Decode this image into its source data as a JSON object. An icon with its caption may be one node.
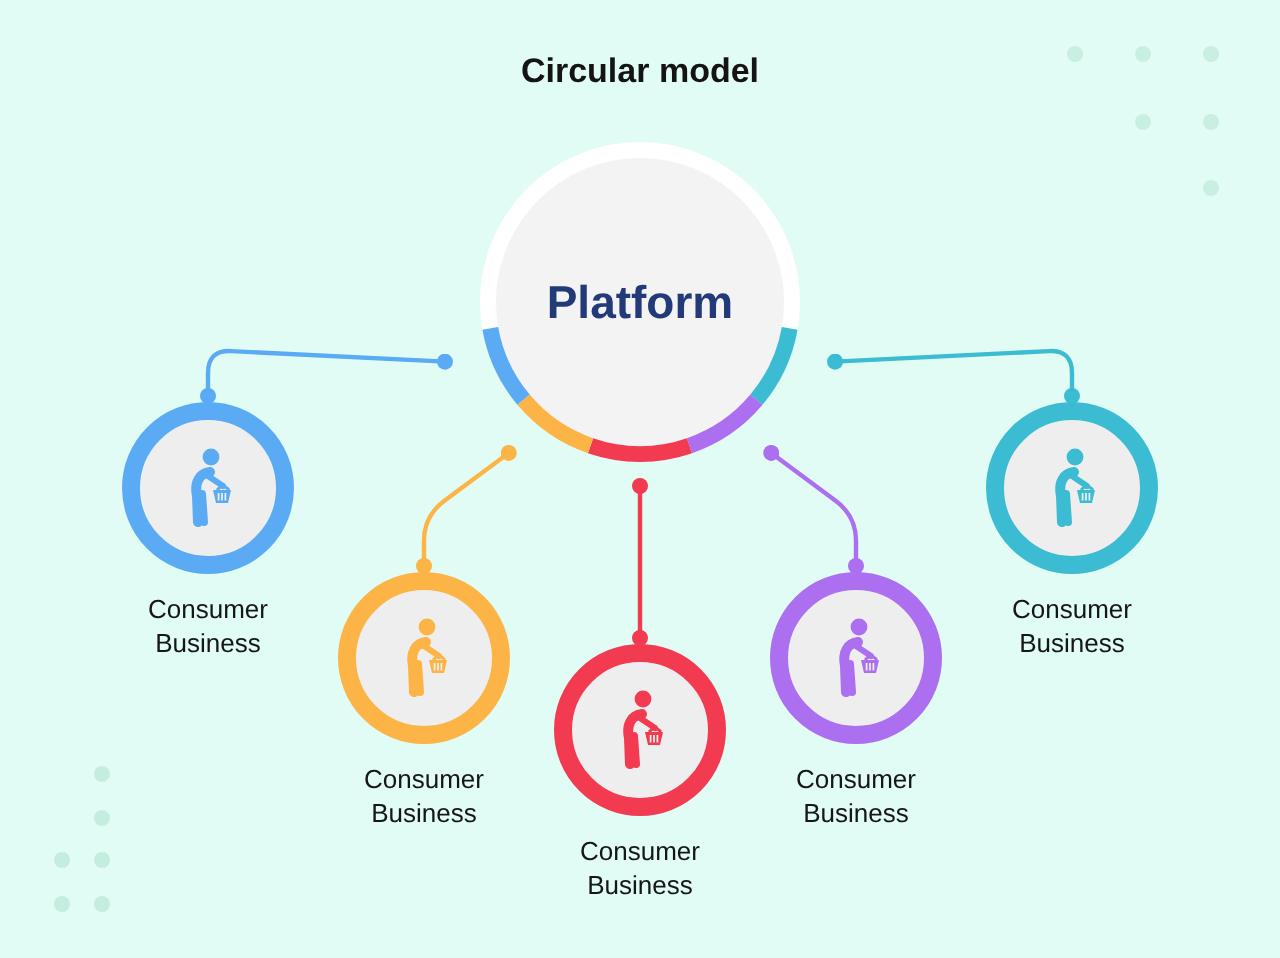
{
  "diagram": {
    "title": "Circular model",
    "nodes": [
      {
        "text": [
          "Platform"
        ]
      },
      {
        "text": [
          "Consumer Business"
        ]
      },
      {
        "text": [
          "Consumer Business"
        ]
      },
      {
        "text": [
          "Consumer Business"
        ]
      },
      {
        "text": [
          "Consumer Business"
        ]
      },
      {
        "text": [
          "Consumer Business"
        ]
      }
    ],
    "edges": [
      {
        "from": 0,
        "to": 1,
        "arrow": "other",
        "color": "#5aabf3"
      },
      {
        "from": 0,
        "to": 2,
        "arrow": "other",
        "color": "#fbb445"
      },
      {
        "from": 0,
        "to": 3,
        "arrow": "other",
        "color": "#f23a50"
      },
      {
        "from": 0,
        "to": 4,
        "arrow": "other",
        "color": "#ab6ff0"
      },
      {
        "from": 0,
        "to": 5,
        "arrow": "other",
        "color": "#3cbcd3"
      }
    ]
  }
}
